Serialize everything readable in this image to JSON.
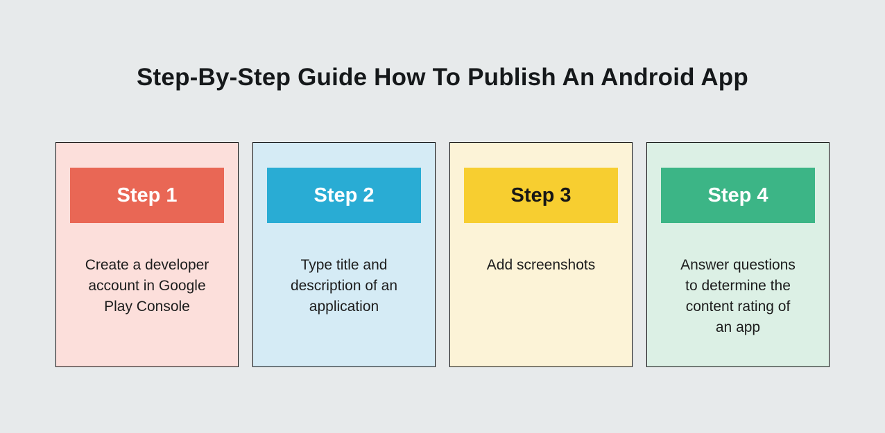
{
  "title": "Step-By-Step Guide How To Publish An Android App",
  "colors": {
    "page_background": "#E7EAEB",
    "card_border": "#0E0E0E",
    "title_text": "#15181A",
    "body_text": "#1C1C1C"
  },
  "cards": [
    {
      "step_label": "Step 1",
      "description": "Create a developer\naccount in Google\nPlay Console",
      "colors": {
        "background": "#FCDFDB",
        "header": "#E96755",
        "header_text": "#FFFFFF"
      }
    },
    {
      "step_label": "Step 2",
      "description": "Type title and\ndescription of an\napplication",
      "colors": {
        "background": "#D5EBF5",
        "header": "#29ACD4",
        "header_text": "#FFFFFF"
      }
    },
    {
      "step_label": "Step 3",
      "description": "Add screenshots",
      "colors": {
        "background": "#FCF3D7",
        "header": "#F7CE30",
        "header_text": "#161616"
      }
    },
    {
      "step_label": "Step 4",
      "description": "Answer questions\nto determine the\ncontent rating of\nan app",
      "colors": {
        "background": "#DCF0E5",
        "header": "#3CB586",
        "header_text": "#FFFFFF"
      }
    }
  ]
}
